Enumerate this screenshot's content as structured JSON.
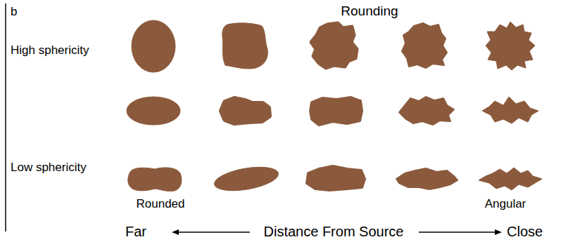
{
  "diagram": {
    "labels": [
      "b",
      "Rounding",
      "High sphericity",
      "Low sphericity",
      "Rounded",
      "Angular",
      "Far",
      "Distance From Source",
      "Close"
    ]
  }
}
